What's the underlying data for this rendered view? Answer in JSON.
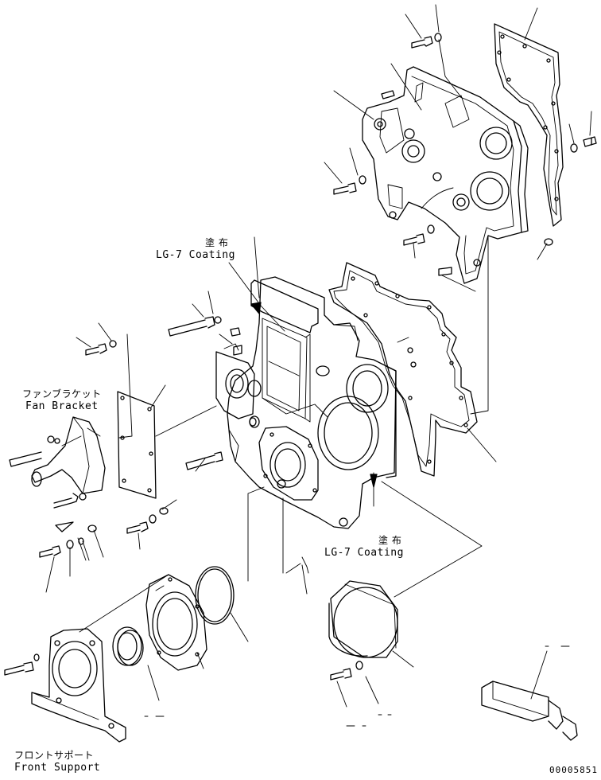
{
  "labels": {
    "coating_top_jp": "塗 布",
    "coating_top_en": "LG-7 Coating",
    "coating_bottom_jp": "塗 布",
    "coating_bottom_en": "LG-7 Coating",
    "fan_bracket_jp": "ファンブラケット",
    "fan_bracket_en": "Fan Bracket",
    "front_support_jp": "フロントサポート",
    "front_support_en": "Front Support"
  },
  "drawing_code": "00005851"
}
